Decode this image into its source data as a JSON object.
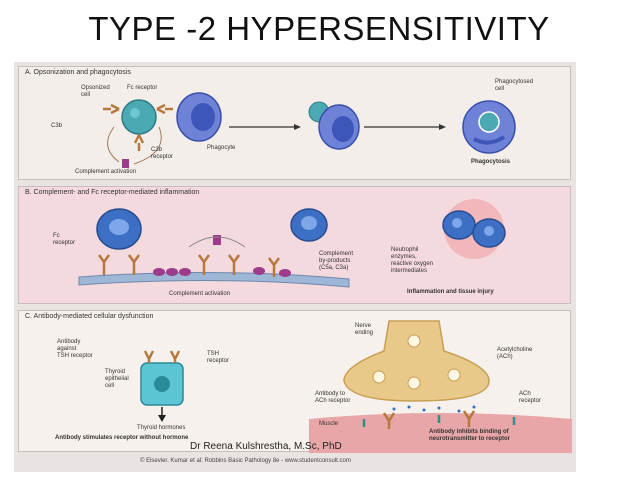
{
  "slide": {
    "title": "TYPE -2 HYPERSENSITIVITY",
    "credit": "Dr Reena Kulshrestha, M.Sc, PhD",
    "copyright": "© Elsevier. Kumar et al: Robbins Basic Pathology 8e - www.studentconsult.com"
  },
  "panels": {
    "a": {
      "title": "A. Opsonization and phagocytosis",
      "labels": {
        "opsonized_cell": "Opsonized\ncell",
        "fc_receptor": "Fc receptor",
        "c3b": "C3b",
        "c3b_receptor": "C3b\nreceptor",
        "phagocyte": "Phagocyte",
        "complement_activation": "Complement activation",
        "phagocytosed_cell": "Phagocytosed\ncell",
        "phagocytosis": "Phagocytosis"
      }
    },
    "b": {
      "title": "B. Complement- and Fc receptor-mediated inflammation",
      "labels": {
        "fc_receptor": "Fc\nreceptor",
        "complement_byproducts": "Complement\nby-products\n(C5a, C3a)",
        "neutrophil_enzymes": "Neutrophil\nenzymes,\nreactive oxygen\nintermediates",
        "complement_activation": "Complement activation",
        "inflammation": "Inflammation and tissue injury"
      }
    },
    "c": {
      "title": "C. Antibody-mediated cellular dysfunction",
      "labels": {
        "antibody_tsh": "Antibody\nagainst\nTSH receptor",
        "tsh_receptor": "TSH\nreceptor",
        "thyroid_cell": "Thyroid\nepithelial\ncell",
        "thyroid_hormones": "Thyroid hormones",
        "stimulates": "Antibody stimulates receptor without hormone",
        "nerve_ending": "Nerve\nending",
        "acetylcholine": "Acetylcholine\n(ACh)",
        "antibody_ach": "Antibody to\nACh receptor",
        "ach_receptor": "ACh\nreceptor",
        "muscle": "Muscle",
        "inhibits": "Antibody inhibits binding of\nneurotransmitter to receptor"
      }
    }
  },
  "colors": {
    "panel_a_bg": "#f3eeea",
    "panel_b_bg": "#f4d9df",
    "panel_c_bg": "#f7f1ee",
    "cell_blue": "#3d6fc4",
    "cell_teal": "#4aa9b3",
    "antibody_brown": "#b5793c",
    "complement_purple": "#9c3c8a",
    "nerve_tan": "#e8c98a",
    "muscle_pink": "#e9a6a8"
  }
}
